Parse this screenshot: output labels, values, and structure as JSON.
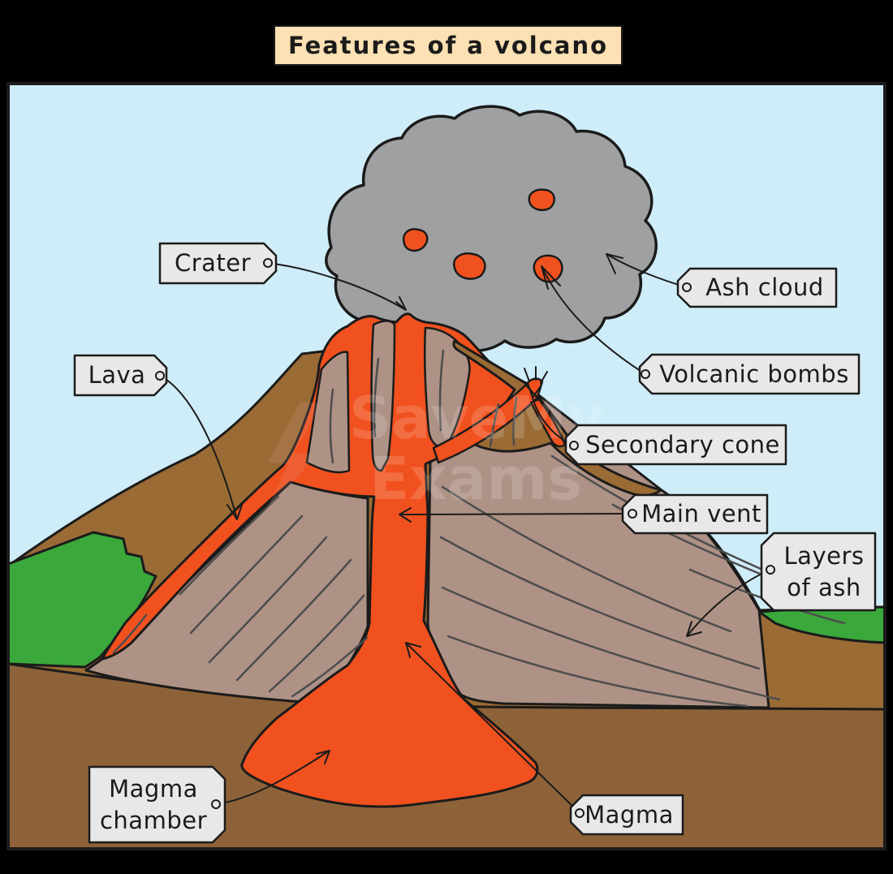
{
  "title": "Features of a volcano",
  "watermark": {
    "line1": "SaveMy",
    "line2": "Exams"
  },
  "colors": {
    "sky": "#CFEDF8",
    "ash_gray": "#9EA0A2",
    "lava_orange": "#F1511E",
    "slope_brown": "#9A6B35",
    "underground_brown": "#8E6238",
    "rock_taupe": "#AE9285",
    "grass_green": "#3AA83B",
    "tag_fill": "#E8E8E8",
    "title_fill": "#FBE1B3"
  },
  "labels": {
    "crater": {
      "text": "Crater"
    },
    "ash_cloud": {
      "text": "Ash cloud"
    },
    "volcanic_bombs": {
      "text": "Volcanic bombs"
    },
    "secondary_cone": {
      "text": "Secondary cone"
    },
    "main_vent": {
      "text": "Main vent"
    },
    "lava": {
      "text": "Lava"
    },
    "layers_of_ash": {
      "text": "Layers\nof ash"
    },
    "magma_chamber": {
      "text": "Magma\nchamber"
    },
    "magma": {
      "text": "Magma"
    }
  }
}
